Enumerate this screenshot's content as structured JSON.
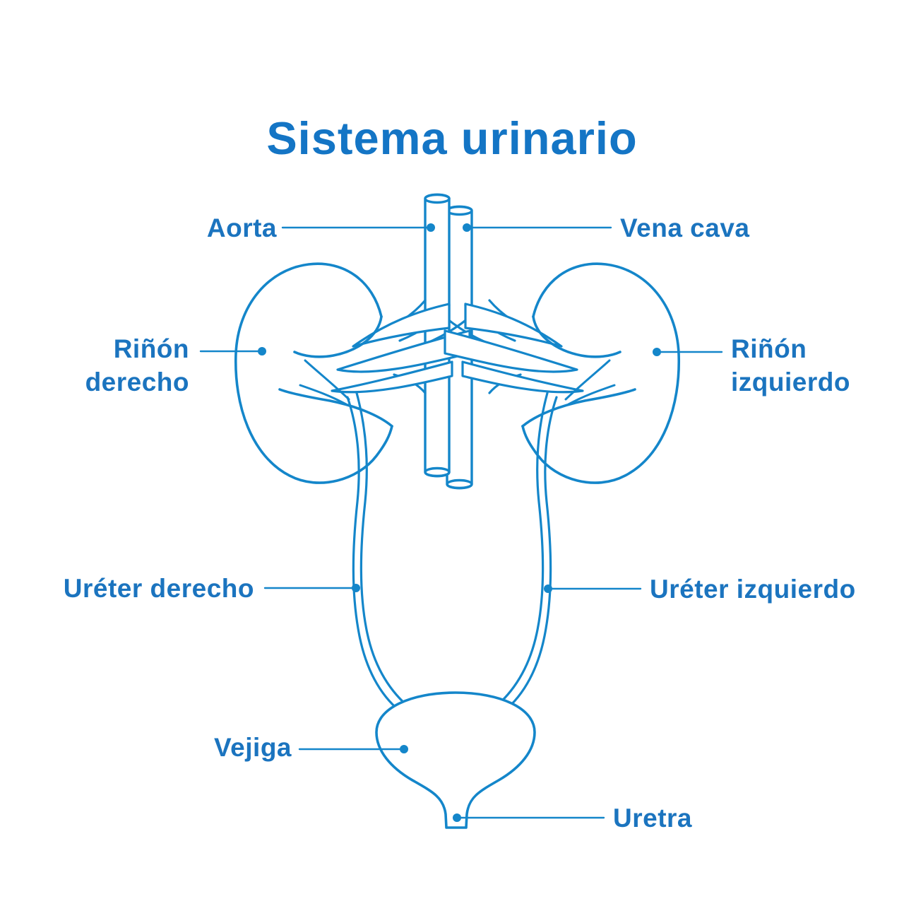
{
  "title": "Sistema urinario",
  "labels": {
    "aorta": "Aorta",
    "vena_cava": "Vena cava",
    "kidney_right": {
      "line1": "Riñón",
      "line2": "derecho"
    },
    "kidney_left": {
      "line1": "Riñón",
      "line2": "izquierdo"
    },
    "ureter_right": "Uréter derecho",
    "ureter_left": "Uréter izquierdo",
    "bladder": "Vejiga",
    "urethra": "Uretra"
  },
  "colors": {
    "title_blue": "#1475c5",
    "label_blue": "#1b74bf",
    "line_art_blue": "#1486ca",
    "background": "#ffffff"
  },
  "diagram_parts": [
    "aorta",
    "vena-cava",
    "kidney-right",
    "kidney-left",
    "ureter-right",
    "ureter-left",
    "bladder",
    "urethra",
    "renal-vessels"
  ]
}
